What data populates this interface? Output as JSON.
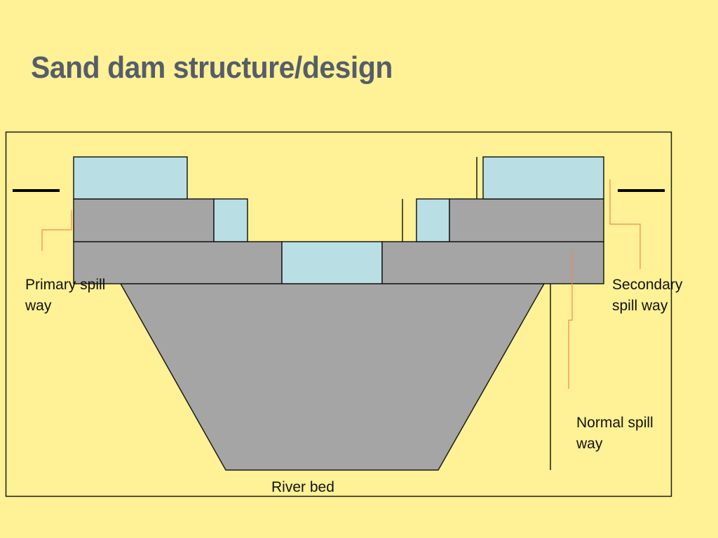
{
  "slide": {
    "title": "Sand dam structure/design",
    "background_color": "#fff195"
  },
  "diagram": {
    "colors": {
      "water": "#b9dfe4",
      "concrete": "#a5a5a5",
      "outline": "#1a1a1a",
      "leader_line": "#f08a4b"
    },
    "labels": {
      "primary_spillway": "Primary spill\nway",
      "secondary_spillway": "Secondary\nspill way",
      "normal_spillway": "Normal spill\nway",
      "river_bed": "River bed"
    }
  }
}
